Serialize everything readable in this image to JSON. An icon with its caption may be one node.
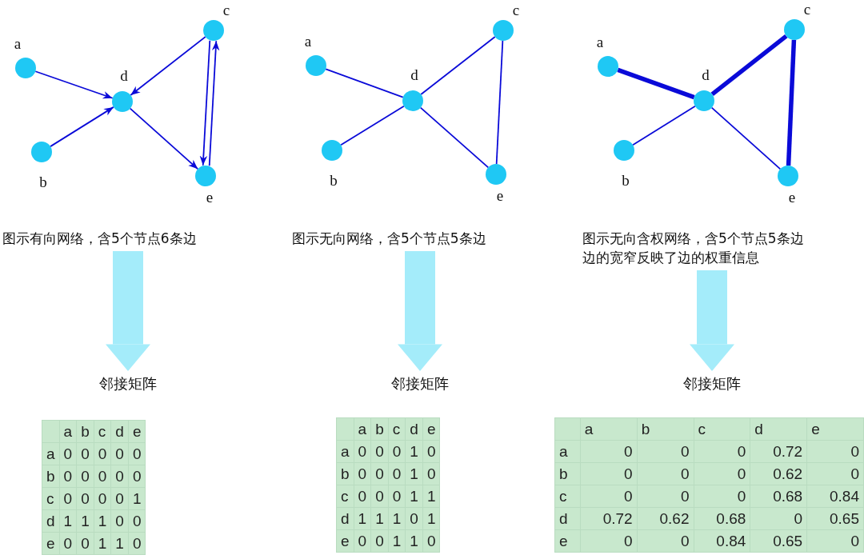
{
  "diagram": {
    "nodes": [
      {
        "text": [],
        "shape": "circle",
        "beside": [
          "a"
        ]
      },
      {
        "text": [],
        "shape": "circle",
        "beside": [
          "b"
        ]
      },
      {
        "text": [],
        "shape": "circle",
        "beside": [
          "c"
        ]
      },
      {
        "text": [],
        "shape": "circle",
        "beside": [
          "d"
        ]
      },
      {
        "text": [],
        "shape": "circle",
        "beside": [
          "e"
        ]
      },
      {
        "text": [
          "图示有向网络，含5个节点6条边"
        ]
      },
      {
        "text": [
          "邻接矩阵"
        ]
      },
      {
        "text": [],
        "shape": "circle",
        "beside": [
          "a"
        ]
      },
      {
        "text": [],
        "shape": "circle",
        "beside": [
          "b"
        ]
      },
      {
        "text": [],
        "shape": "circle",
        "beside": [
          "c"
        ]
      },
      {
        "text": [],
        "shape": "circle",
        "beside": [
          "d"
        ]
      },
      {
        "text": [],
        "shape": "circle",
        "beside": [
          "e"
        ]
      },
      {
        "text": [
          "图示无向网络，含5个节点5条边"
        ]
      },
      {
        "text": [
          "邻接矩阵"
        ]
      },
      {
        "text": [],
        "shape": "circle",
        "beside": [
          "a"
        ]
      },
      {
        "text": [],
        "shape": "circle",
        "beside": [
          "b"
        ]
      },
      {
        "text": [],
        "shape": "circle",
        "beside": [
          "c"
        ]
      },
      {
        "text": [],
        "shape": "circle",
        "beside": [
          "d"
        ]
      },
      {
        "text": [],
        "shape": "circle",
        "beside": [
          "e"
        ]
      },
      {
        "text": [
          "图示无向含权网络，含5个节点5条边边的宽窄反映了边的权重信息"
        ]
      },
      {
        "text": [
          "邻接矩阵"
        ]
      }
    ],
    "edges": [
      {
        "from": 0,
        "to": 3,
        "arrow": "to"
      },
      {
        "from": 1,
        "to": 3,
        "arrow": "to"
      },
      {
        "from": 2,
        "to": 3,
        "arrow": "to"
      },
      {
        "from": 3,
        "to": 4,
        "arrow": "to"
      },
      {
        "from": 2,
        "to": 4,
        "arrow": "to"
      },
      {
        "from": 4,
        "to": 2,
        "arrow": "to"
      },
      {
        "from": 5,
        "to": 6,
        "arrow": "to",
        "style": "thick",
        "color": "#a4ecfa"
      },
      {
        "from": 7,
        "to": 10,
        "arrow": "none"
      },
      {
        "from": 8,
        "to": 10,
        "arrow": "none"
      },
      {
        "from": 9,
        "to": 10,
        "arrow": "none"
      },
      {
        "from": 10,
        "to": 11,
        "arrow": "none"
      },
      {
        "from": 9,
        "to": 11,
        "arrow": "none"
      },
      {
        "from": 12,
        "to": 13,
        "arrow": "to",
        "style": "thick",
        "color": "#a4ecfa"
      },
      {
        "from": 14,
        "to": 17,
        "arrow": "none",
        "style": "thick"
      },
      {
        "from": 15,
        "to": 17,
        "arrow": "none"
      },
      {
        "from": 16,
        "to": 17,
        "arrow": "none",
        "style": "thick"
      },
      {
        "from": 17,
        "to": 18,
        "arrow": "none"
      },
      {
        "from": 16,
        "to": 18,
        "arrow": "none",
        "style": "thick"
      },
      {
        "from": 19,
        "to": 20,
        "arrow": "to",
        "style": "thick",
        "color": "#a4ecfa"
      }
    ],
    "labels": [
      "a",
      "b",
      "c",
      "d",
      "e",
      "a",
      "0",
      "0",
      "0",
      "0",
      "0",
      "b",
      "0",
      "0",
      "0",
      "0",
      "0",
      "c",
      "0",
      "0",
      "0",
      "0",
      "1",
      "d",
      "1",
      "1",
      "1",
      "0",
      "0",
      "e",
      "0",
      "0",
      "1",
      "1",
      "0",
      "a",
      "b",
      "c",
      "d",
      "e",
      "a",
      "0",
      "0",
      "0",
      "1",
      "0",
      "b",
      "0",
      "0",
      "0",
      "1",
      "0",
      "c",
      "0",
      "0",
      "0",
      "1",
      "1",
      "d",
      "1",
      "1",
      "1",
      "0",
      "1",
      "e",
      "0",
      "0",
      "1",
      "1",
      "0",
      "a",
      "b",
      "c",
      "d",
      "e",
      "a",
      "0",
      "0",
      "0",
      "0.72",
      "0",
      "b",
      "0",
      "0",
      "0",
      "0.62",
      "0",
      "c",
      "0",
      "0",
      "0",
      "0.68",
      "0.84",
      "d",
      "0.72",
      "0.62",
      "0.68",
      "0",
      "0.65",
      "e",
      "0",
      "0",
      "0.84",
      "0.65",
      "0"
    ]
  }
}
